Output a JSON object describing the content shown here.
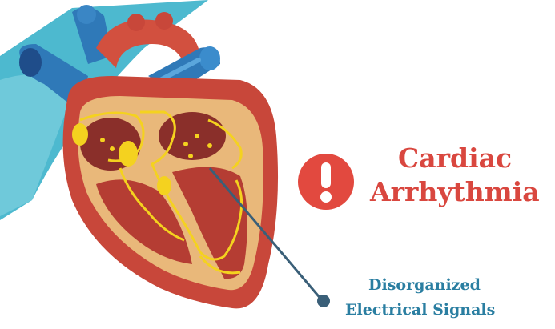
{
  "title": {
    "line1": "Cardiac",
    "line2": "Arrhythmia"
  },
  "callout": {
    "line1": "Disorganized",
    "line2": "Electrical Signals"
  },
  "icons": {
    "alert": "exclamation-icon",
    "illustration": "heart-illustration"
  },
  "colors": {
    "title": "#d9473f",
    "alert_circle": "#e2493f",
    "callout_text": "#2a7ea1",
    "pointer_line": "#3a5f78",
    "background_swoosh": "#4db9cf",
    "vessel_blue": "#2f79b8",
    "heart_red": "#c8473a",
    "heart_inner": "#e9b87a",
    "chamber": "#8a2f2a",
    "signal": "#f4d21f"
  }
}
